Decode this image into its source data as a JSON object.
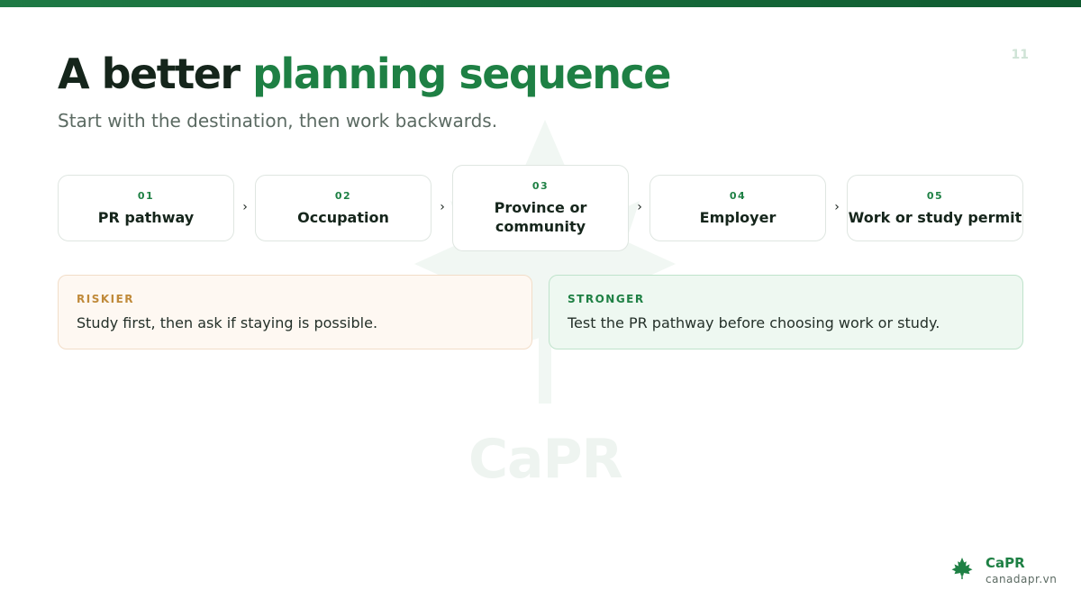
{
  "slide": {
    "page_number": "11",
    "title_lead": "A better",
    "title_accent": "planning sequence",
    "subtitle": "Start with the destination, then work backwards.",
    "watermark_text": "CaPR"
  },
  "steps": [
    {
      "number": "01",
      "label": "PR pathway"
    },
    {
      "number": "02",
      "label": "Occupation"
    },
    {
      "number": "03",
      "label": "Province or community"
    },
    {
      "number": "04",
      "label": "Employer"
    },
    {
      "number": "05",
      "label": "Work or study permit"
    }
  ],
  "arrow_glyph": "›",
  "comparison": {
    "riskier": {
      "tag": "RISKIER",
      "text": "Study first, then ask if staying is possible."
    },
    "stronger": {
      "tag": "STRONGER",
      "text": "Test the PR pathway before choosing work or study."
    }
  },
  "brand": {
    "name": "CaPR",
    "url": "canadapr.vn",
    "logo_icon": "maple-leaf-icon"
  },
  "colors": {
    "accent_green": "#1e8044",
    "title_dark": "#15251b",
    "riskier_tag": "#c08a3a",
    "riskier_bg": "#fef8f2",
    "stronger_bg": "#eef8f1"
  }
}
